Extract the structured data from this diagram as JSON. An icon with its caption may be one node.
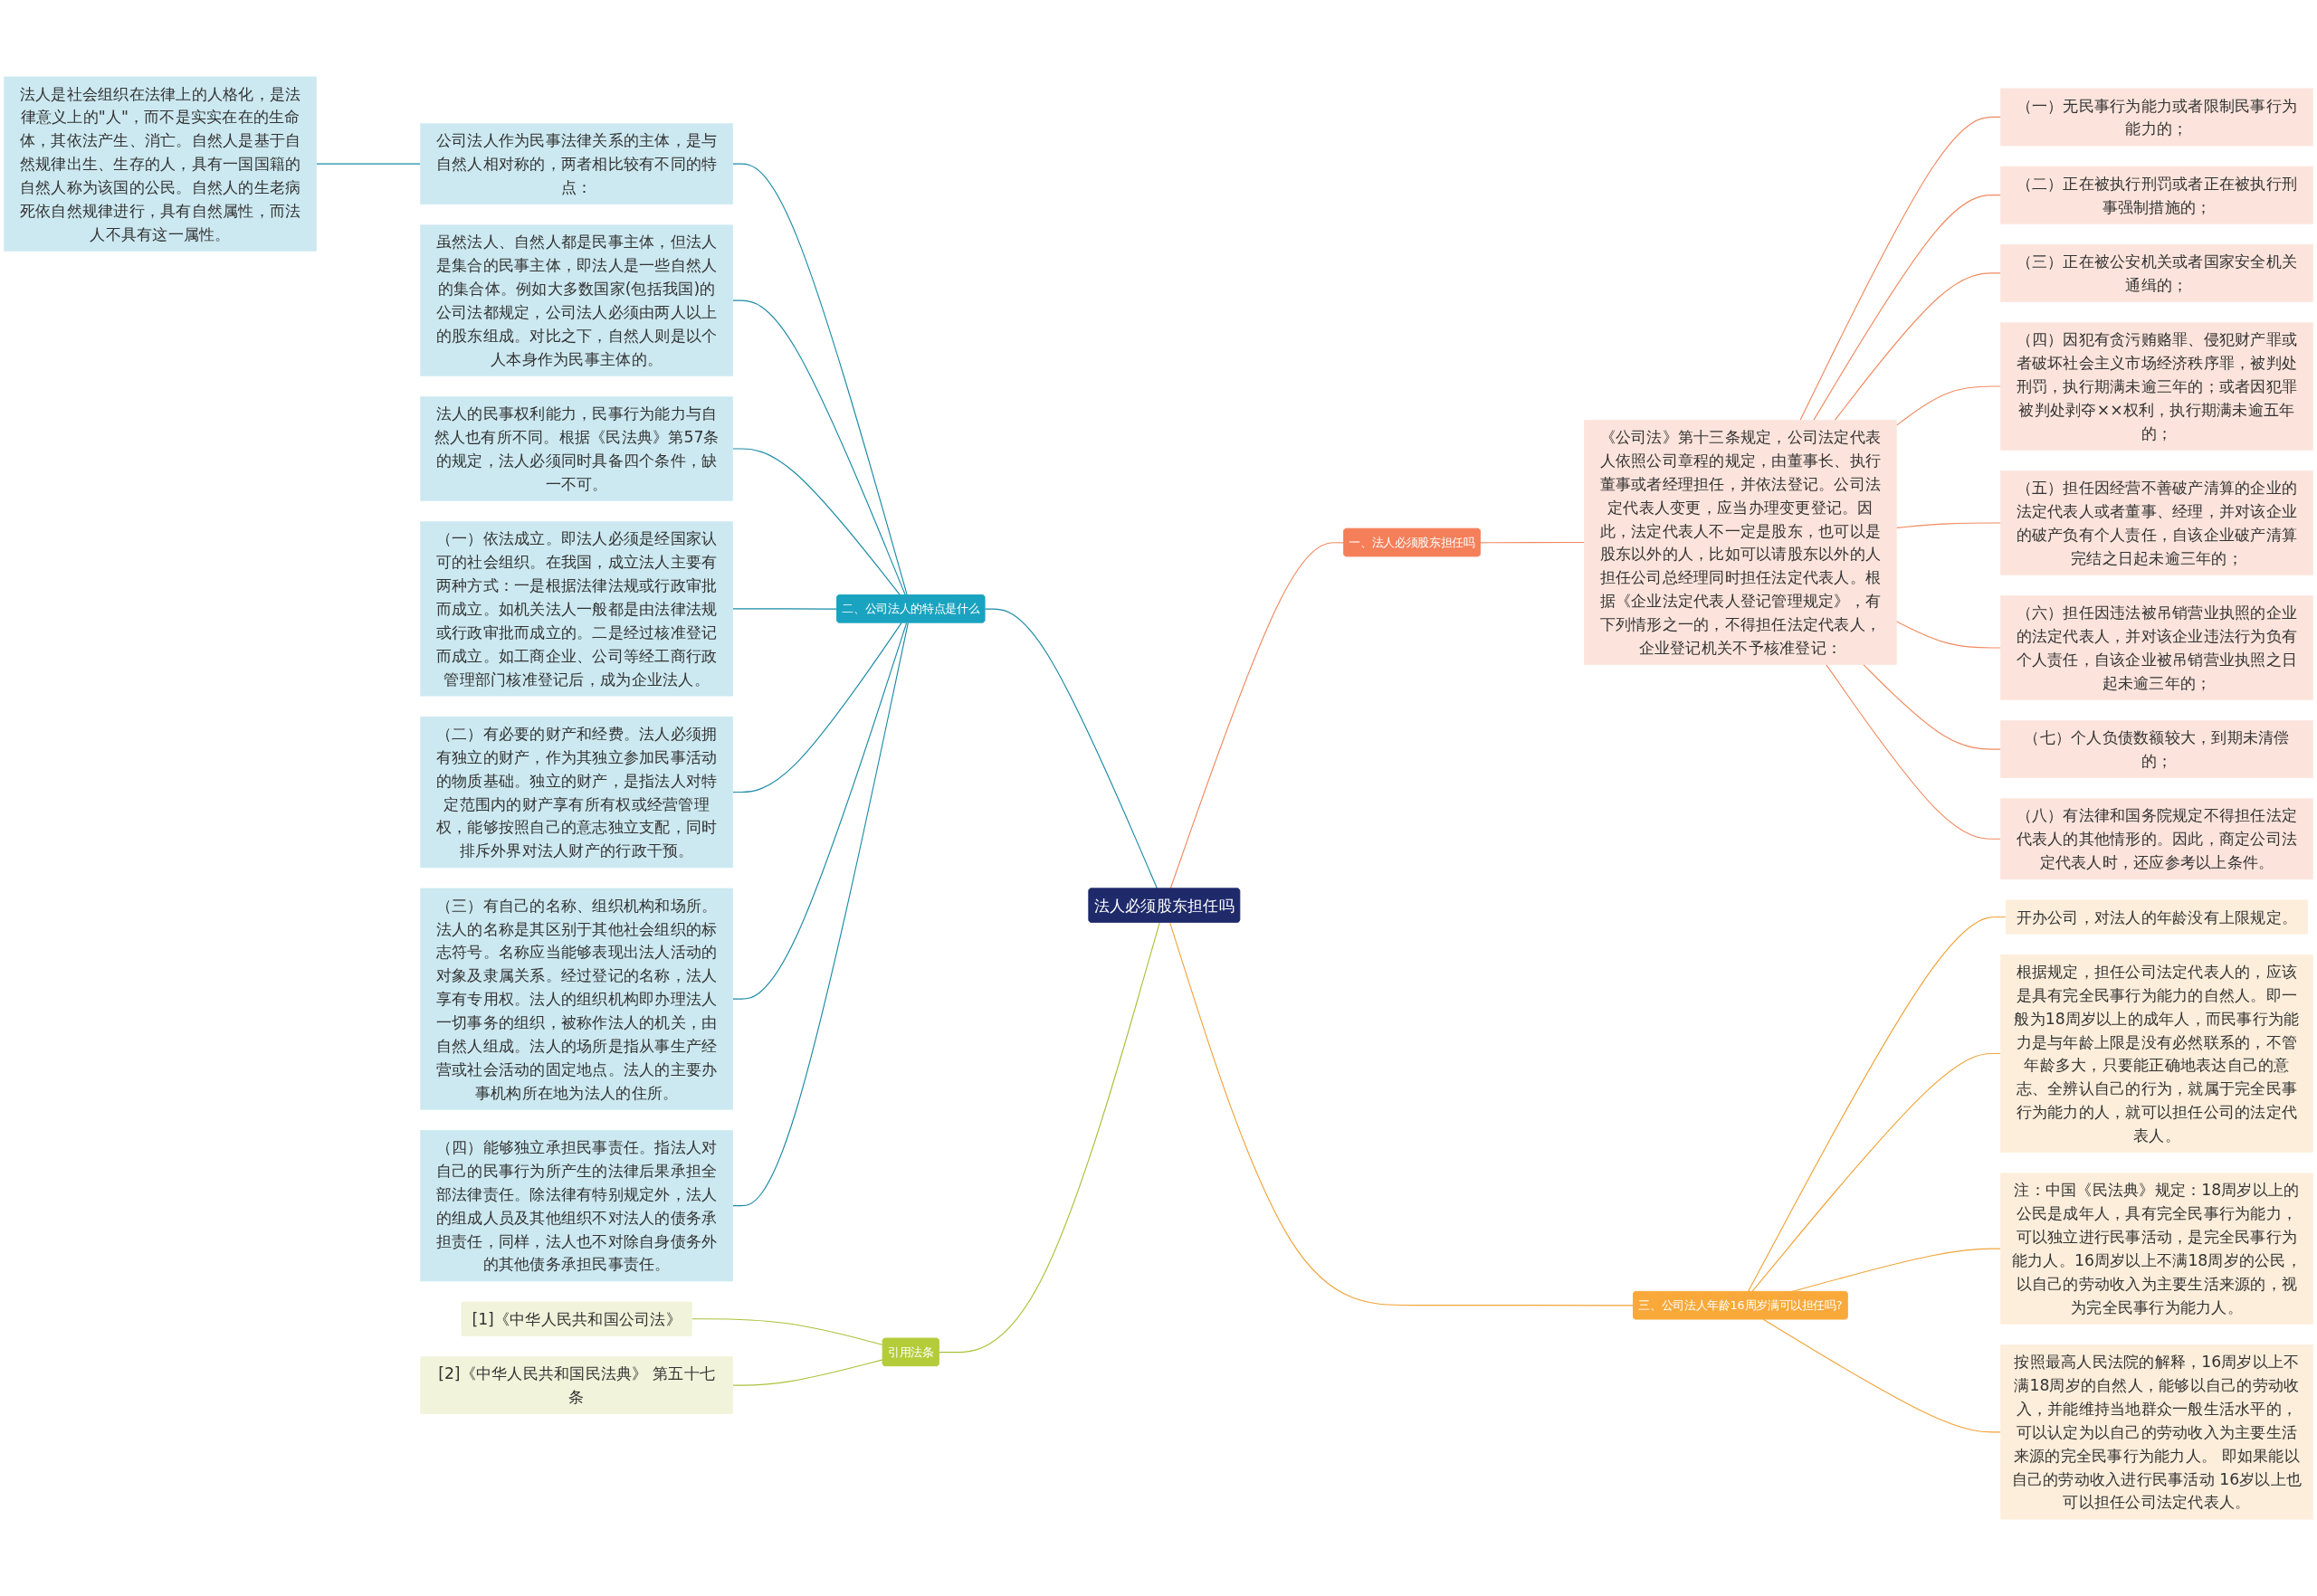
{
  "diagram": {
    "nodes": [
      {
        "text": [
          "法人必须股东担任吗"
        ]
      },
      {
        "text": [
          "一、法人必须股东担任吗"
        ]
      },
      {
        "text": [
          "《公司法》第十三条规定，公司法定代表人依照公司章程的规定，由董事长、执行董事或者经理担任，并依法登记。公司法定代表人变更，应当办理变更登记。因此，法定代表人不一定是股东，也可以是股东以外的人，比如可以请股东以外的人担任公司总经理同时担任法定代表人。根据《企业法定代表人登记管理规定》，有下列情形之一的，不得担任法定代表人，企业登记机关不予核准登记："
        ]
      },
      {
        "text": [
          "（一）无民事行为能力或者限制民事行为能力的；"
        ]
      },
      {
        "text": [
          "（二）正在被执行刑罚或者正在被执行刑事强制措施的；"
        ]
      },
      {
        "text": [
          "（三）正在被公安机关或者国家安全机关通缉的；"
        ]
      },
      {
        "text": [
          "（四）因犯有贪污贿赂罪、侵犯财产罪或者破坏社会主义市场经济秩序罪，被判处刑罚，执行期满未逾三年的；或者因犯罪被判处剥夺××权利，执行期满未逾五年的；"
        ]
      },
      {
        "text": [
          "（五）担任因经营不善破产清算的企业的法定代表人或者董事、经理，并对该企业的破产负有个人责任，自该企业破产清算完结之日起未逾三年的；"
        ]
      },
      {
        "text": [
          "（六）担任因违法被吊销营业执照的企业的法定代表人，并对该企业违法行为负有个人责任，自该企业被吊销营业执照之日起未逾三年的；"
        ]
      },
      {
        "text": [
          "（七）个人负债数额较大，到期未清偿的；"
        ]
      },
      {
        "text": [
          "（八）有法律和国务院规定不得担任法定代表人的其他情形的。因此，商定公司法定代表人时，还应参考以上条件。"
        ]
      },
      {
        "text": [
          "二、公司法人的特点是什么"
        ]
      },
      {
        "text": [
          "公司法人作为民事法律关系的主体，是与自然人相对称的，两者相比较有不同的特点："
        ]
      },
      {
        "text": [
          "法人是社会组织在法律上的人格化，是法律意义上的\"人\"，而不是实实在在的生命体，其依法产生、消亡。自然人是基于自然规律出生、生存的人，具有一国国籍的自然人称为该国的公民。自然人的生老病死依自然规律进行，具有自然属性，而法人不具有这一属性。"
        ]
      },
      {
        "text": [
          "虽然法人、自然人都是民事主体，但法人是集合的民事主体，即法人是一些自然人的集合体。例如大多数国家(包括我国)的公司法都规定，公司法人必须由两人以上的股东组成。对比之下，自然人则是以个人本身作为民事主体的。"
        ]
      },
      {
        "text": [
          "法人的民事权利能力，民事行为能力与自然人也有所不同。根据《民法典》第57条的规定，法人必须同时具备四个条件，缺一不可。"
        ]
      },
      {
        "text": [
          "（一）依法成立。即法人必须是经国家认可的社会组织。在我国，成立法人主要有两种方式：一是根据法律法规或行政审批而成立。如机关法人一般都是由法律法规或行政审批而成立的。二是经过核准登记而成立。如工商企业、公司等经工商行政管理部门核准登记后，成为企业法人。"
        ]
      },
      {
        "text": [
          "（二）有必要的财产和经费。法人必须拥有独立的财产，作为其独立参加民事活动的物质基础。独立的财产，是指法人对特定范围内的财产享有所有权或经营管理权，能够按照自己的意志独立支配，同时排斥外界对法人财产的行政干预。"
        ]
      },
      {
        "text": [
          "（三）有自己的名称、组织机构和场所。法人的名称是其区别于其他社会组织的标志符号。名称应当能够表现出法人活动的对象及隶属关系。经过登记的名称，法人享有专用权。法人的组织机构即办理法人一切事务的组织，被称作法人的机关，由自然人组成。法人的场所是指从事生产经营或社会活动的固定地点。法人的主要办事机构所在地为法人的住所。"
        ]
      },
      {
        "text": [
          "（四）能够独立承担民事责任。指法人对自己的民事行为所产生的法律后果承担全部法律责任。除法律有特别规定外，法人的组成人员及其他组织不对法人的债务承担责任，同样，法人也不对除自身债务外的其他债务承担民事责任。"
        ]
      },
      {
        "text": [
          "三、公司法人年龄16周岁满可以担任吗?"
        ]
      },
      {
        "text": [
          "开办公司，对法人的年龄没有上限规定。"
        ]
      },
      {
        "text": [
          "根据规定，担任公司法定代表人的，应该是具有完全民事行为能力的自然人。即一般为18周岁以上的成年人，而民事行为能力是与年龄上限是没有必然联系的，不管年龄多大，只要能正确地表达自己的意志、全辨认自己的行为，就属于完全民事行为能力的人，就可以担任公司的法定代表人。"
        ]
      },
      {
        "text": [
          "注：中国《民法典》规定：18周岁以上的公民是成年人，具有完全民事行为能力，可以独立进行民事活动，是完全民事行为能力人。16周岁以上不满18周岁的公民，以自己的劳动收入为主要生活来源的，视为完全民事行为能力人。"
        ]
      },
      {
        "text": [
          "按照最高人民法院的解释，16周岁以上不满18周岁的自然人，能够以自己的劳动收入，并能维持当地群众一般生活水平的，可以认定为以自己的劳动收入为主要生活来源的完全民事行为能力人。 即如果能以自己的劳动收入进行民事活动 16岁以上也可以担任公司法定代表人。"
        ]
      },
      {
        "text": [
          "引用法条"
        ]
      },
      {
        "text": [
          "[1]《中华人民共和国公司法》"
        ]
      },
      {
        "text": [
          "[2]《中华人民共和国民法典》 第五十七条"
        ]
      }
    ],
    "edges": [
      {
        "from": 0,
        "to": 1,
        "arrow": "none"
      },
      {
        "from": 1,
        "to": 2,
        "arrow": "none"
      },
      {
        "from": 2,
        "to": 3,
        "arrow": "none"
      },
      {
        "from": 2,
        "to": 4,
        "arrow": "none"
      },
      {
        "from": 2,
        "to": 5,
        "arrow": "none"
      },
      {
        "from": 2,
        "to": 6,
        "arrow": "none"
      },
      {
        "from": 2,
        "to": 7,
        "arrow": "none"
      },
      {
        "from": 2,
        "to": 8,
        "arrow": "none"
      },
      {
        "from": 2,
        "to": 9,
        "arrow": "none"
      },
      {
        "from": 2,
        "to": 10,
        "arrow": "none"
      },
      {
        "from": 0,
        "to": 11,
        "arrow": "none",
        "color": "#1a8aa5"
      },
      {
        "from": 11,
        "to": 12,
        "arrow": "none",
        "color": "#1a8aa5"
      },
      {
        "from": 12,
        "to": 13,
        "arrow": "none",
        "color": "#1a8aa5"
      },
      {
        "from": 11,
        "to": 14,
        "arrow": "none",
        "color": "#1a8aa5"
      },
      {
        "from": 11,
        "to": 15,
        "arrow": "none",
        "color": "#1a8aa5"
      },
      {
        "from": 11,
        "to": 16,
        "arrow": "none",
        "color": "#1a8aa5"
      },
      {
        "from": 11,
        "to": 17,
        "arrow": "none",
        "color": "#1a8aa5"
      },
      {
        "from": 11,
        "to": 18,
        "arrow": "none",
        "color": "#1a8aa5"
      },
      {
        "from": 11,
        "to": 19,
        "arrow": "none",
        "color": "#1a8aa5"
      },
      {
        "from": 0,
        "to": 20,
        "arrow": "none",
        "color": "#f0a43a"
      },
      {
        "from": 20,
        "to": 21,
        "arrow": "none",
        "color": "#f0a43a"
      },
      {
        "from": 20,
        "to": 22,
        "arrow": "none",
        "color": "#f0a43a"
      },
      {
        "from": 20,
        "to": 23,
        "arrow": "none",
        "color": "#f0a43a"
      },
      {
        "from": 20,
        "to": 24,
        "arrow": "none",
        "color": "#f0a43a"
      },
      {
        "from": 0,
        "to": 25,
        "arrow": "none",
        "color": "#a9c23a"
      },
      {
        "from": 25,
        "to": 26,
        "arrow": "none",
        "color": "#a9c23a"
      },
      {
        "from": 25,
        "to": 27,
        "arrow": "none",
        "color": "#a9c23a"
      }
    ]
  }
}
